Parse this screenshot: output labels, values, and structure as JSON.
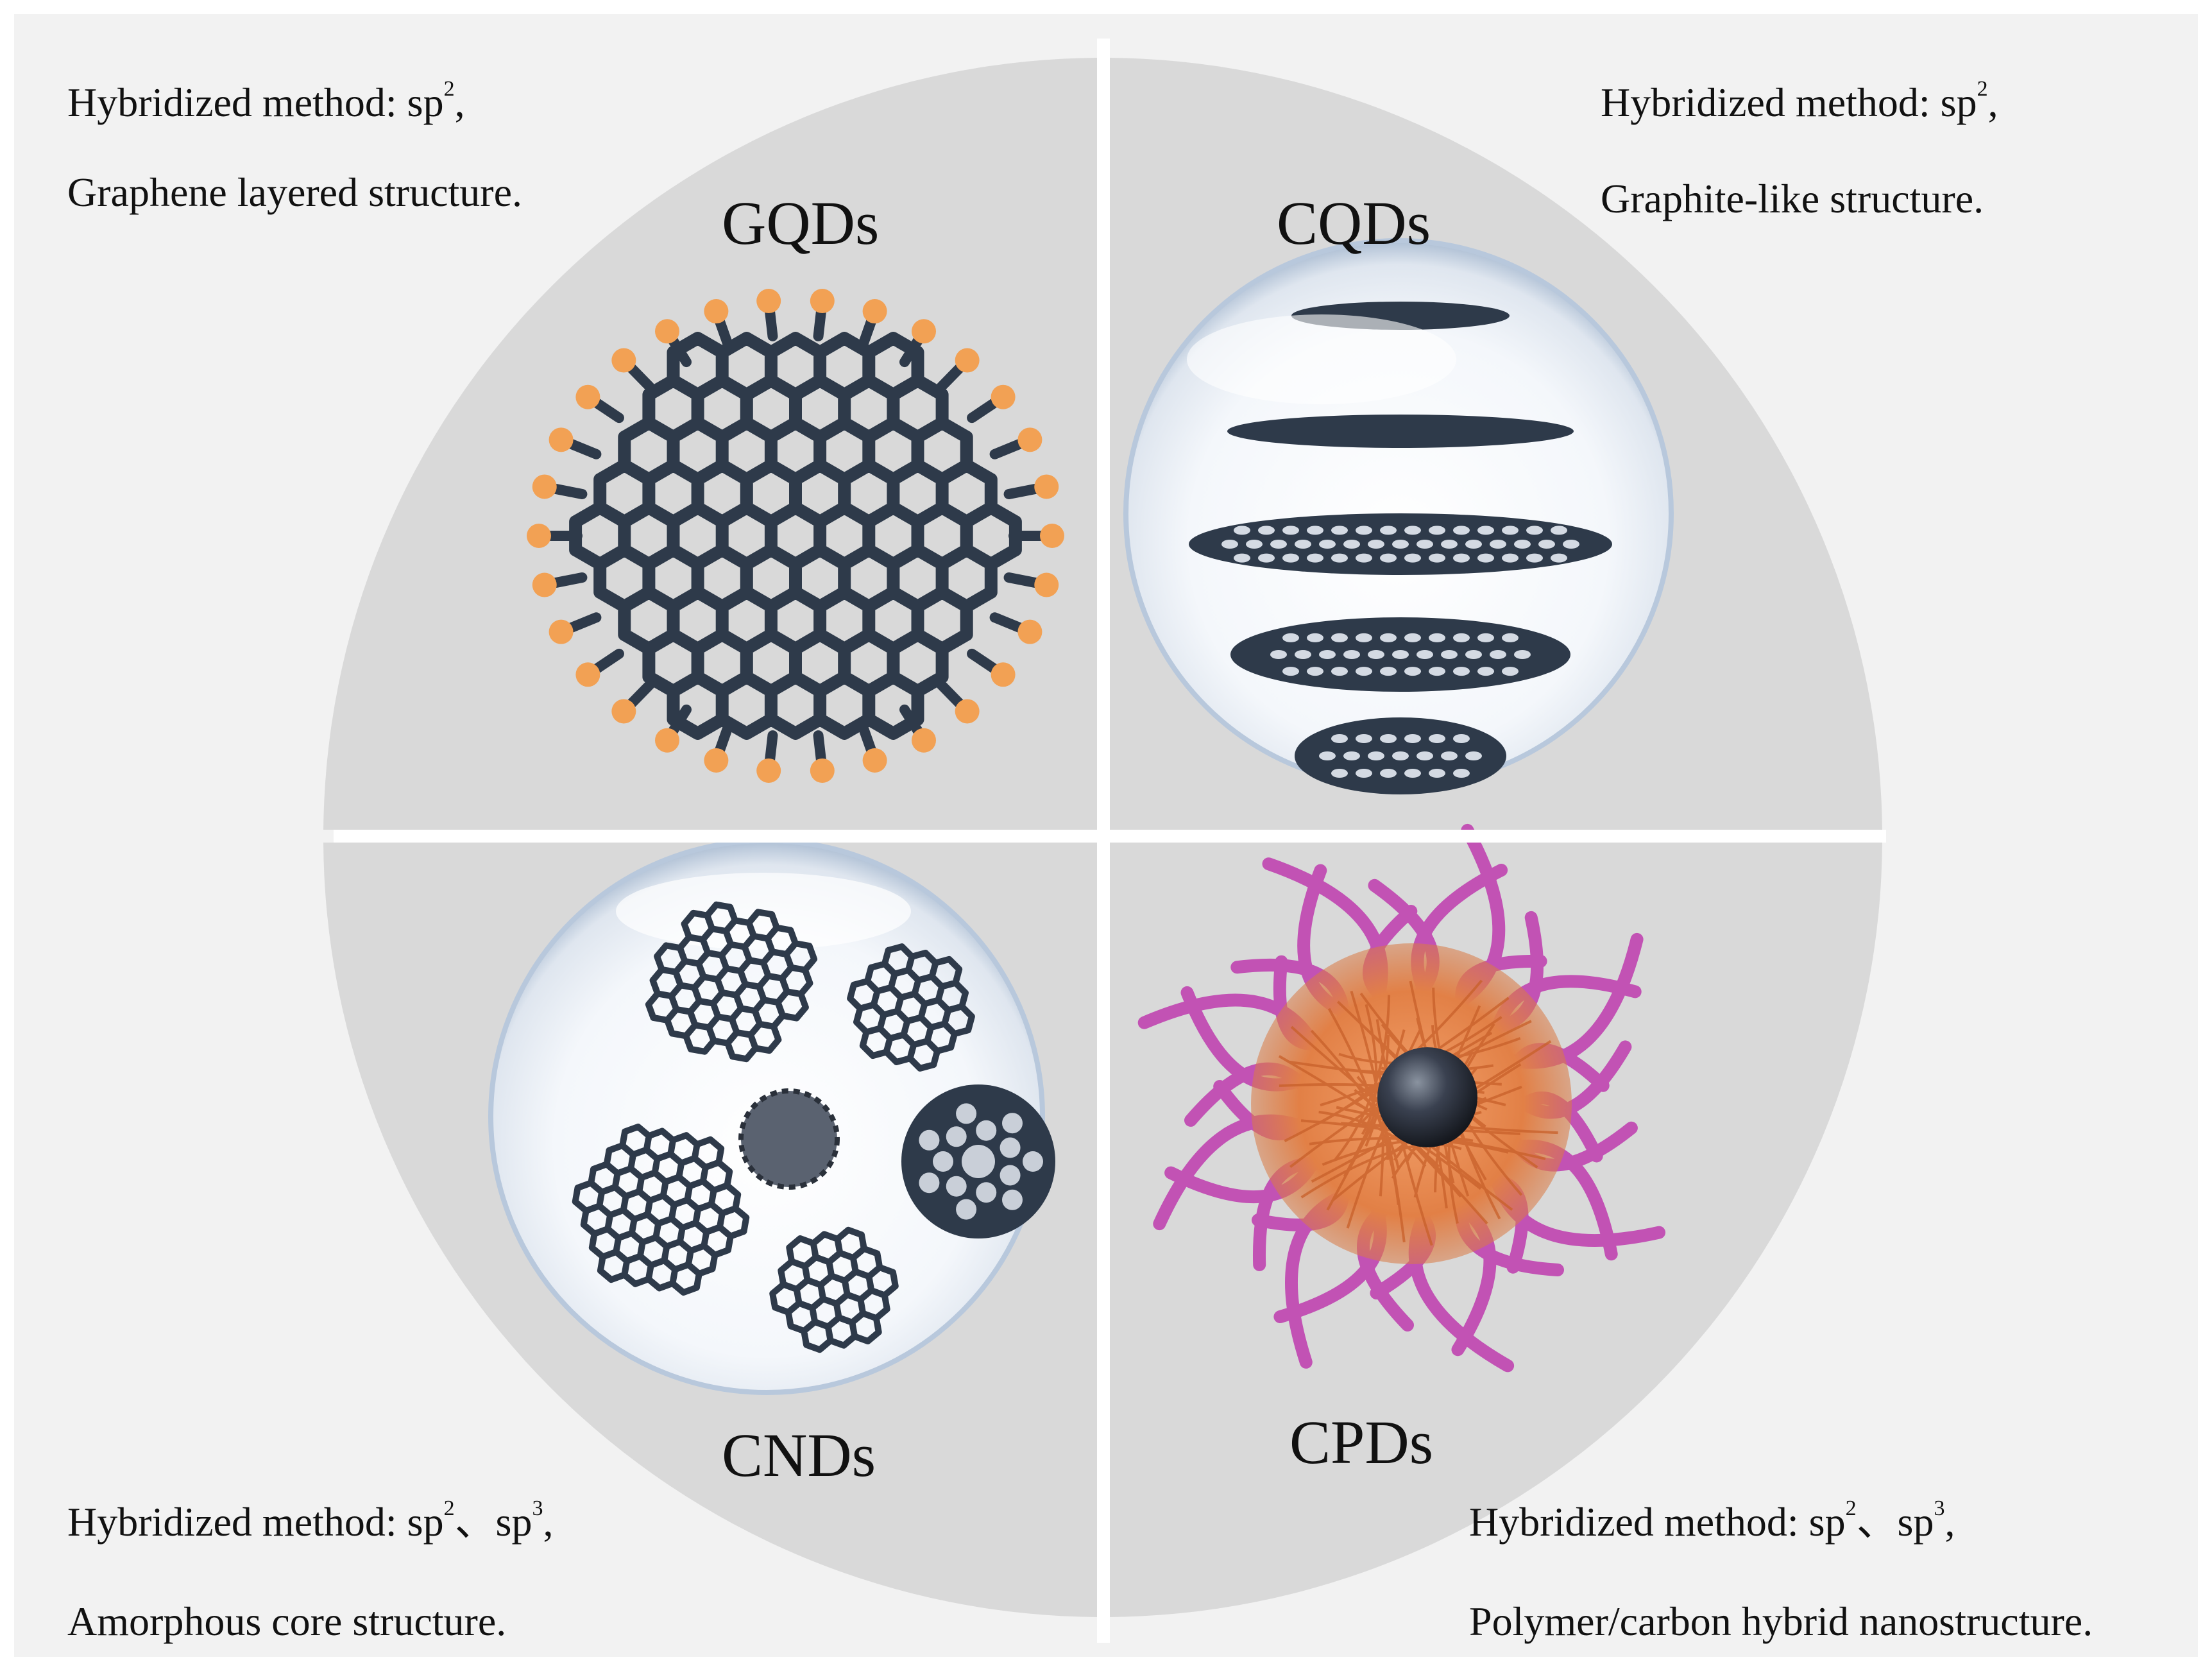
{
  "quadrants": [
    {
      "id": "gqds",
      "title": "GQDs",
      "method_prefix": "Hybridized method: sp",
      "method_sup1": "2",
      "method_suffix": ",",
      "structure": "Graphene layered structure."
    },
    {
      "id": "cqds",
      "title": "CQDs",
      "method_prefix": "Hybridized method: sp",
      "method_sup1": "2",
      "method_suffix": ",",
      "structure": "Graphite-like structure."
    },
    {
      "id": "cnds",
      "title": "CNDs",
      "method_prefix": "Hybridized method: sp",
      "method_sup1": "2",
      "method_mid": "、sp",
      "method_sup2": "3",
      "method_suffix": ",",
      "structure": "Amorphous core structure."
    },
    {
      "id": "cpds",
      "title": "CPDs",
      "method_prefix": "Hybridized method: sp",
      "method_sup1": "2",
      "method_mid": "、sp",
      "method_sup2": "3",
      "method_suffix": ",",
      "structure": "Polymer/carbon hybrid nanostructure."
    }
  ],
  "colors": {
    "background": "#f2f2f2",
    "quadrant_fill": "#d9d9d9",
    "carbon_lattice": "#2e3a4a",
    "edge_atoms": "#f2a154",
    "polymer_chains": "#c252b4",
    "polymer_mesh": "#e07a40",
    "bubble_rim": "#b8c8dc"
  }
}
